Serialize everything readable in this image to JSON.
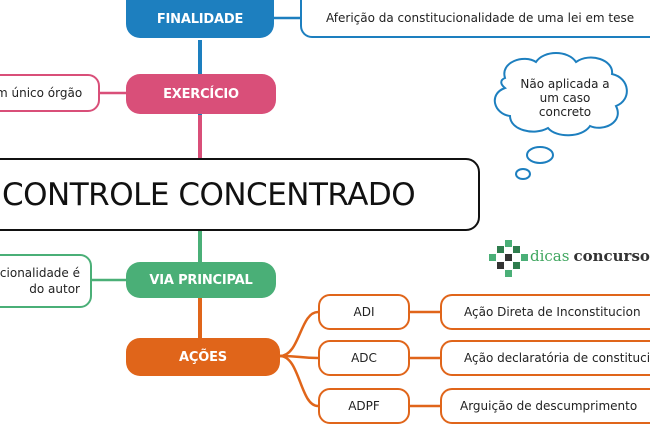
{
  "center": {
    "title": "CONTROLE CONCENTRADO"
  },
  "finalidade": {
    "label": "FINALIDADE",
    "text": "Aferição da constitucionalidade de uma lei em tese",
    "color": "#1d7fbf"
  },
  "cloud": {
    "text": "Não aplicada a um caso concreto"
  },
  "exercicio": {
    "label": "EXERCÍCIO",
    "text": "m único órgão",
    "color": "#d94f79"
  },
  "via_principal": {
    "label": "VIA PRINCIPAL",
    "text_lines": [
      "cionalidade é",
      "do autor"
    ],
    "color": "#4aaf77"
  },
  "acoes": {
    "label": "AÇÕES",
    "color": "#e0651a",
    "items": [
      {
        "abbr": "ADI",
        "desc": "Ação Direta de Inconstitucion"
      },
      {
        "abbr": "ADC",
        "desc": "Ação declaratória de constitucio"
      },
      {
        "abbr": "ADPF",
        "desc": "Arguição de descumprimento"
      }
    ]
  },
  "logo": {
    "word1": "dicas",
    "word2": "concursos",
    "color1": "#3fa65f",
    "color2": "#333333"
  }
}
